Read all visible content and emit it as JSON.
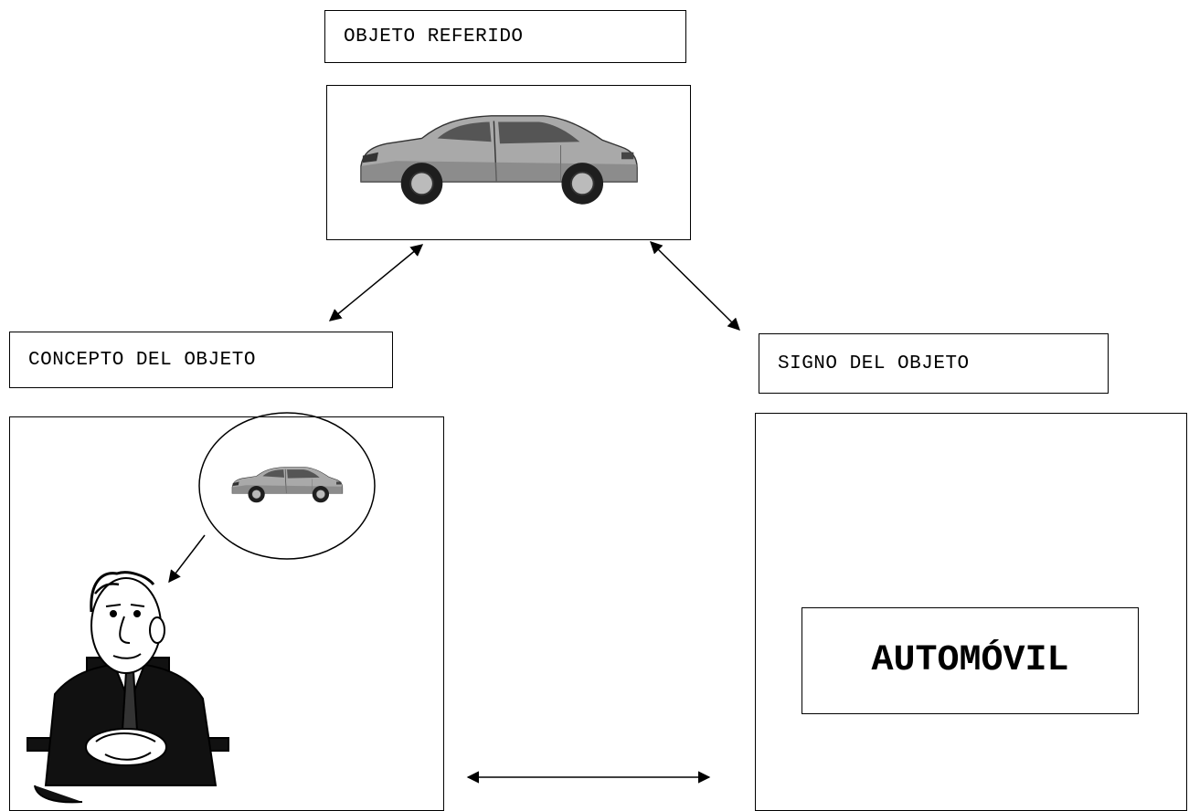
{
  "labels": {
    "top": "OBJETO REFERIDO",
    "left": "CONCEPTO DEL OBJETO",
    "right": "SIGNO DEL OBJETO"
  },
  "sign": {
    "word": "AUTOMÓVIL"
  },
  "colors": {
    "stroke": "#000000",
    "car_body": "#9a9a9a",
    "car_dark": "#222222"
  }
}
